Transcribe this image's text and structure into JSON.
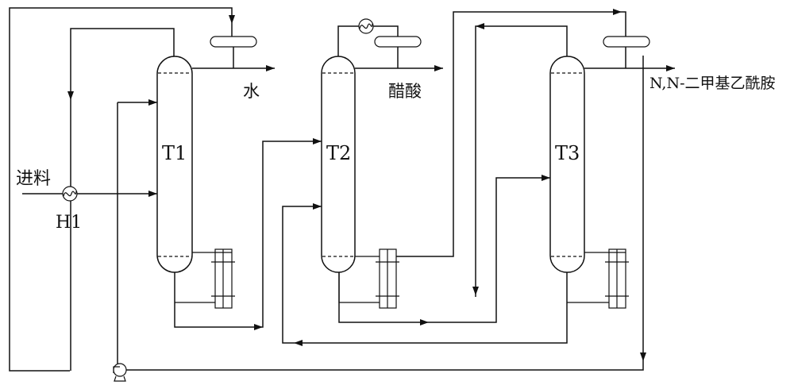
{
  "labels": {
    "feed": "进料",
    "heater": "H1",
    "column1": "T1",
    "column2": "T2",
    "column3": "T3",
    "product1": "水",
    "product2": "醋酸",
    "product3": "N,N-二甲基乙酰胺"
  },
  "colors": {
    "line": "#111111",
    "background": "#ffffff"
  }
}
